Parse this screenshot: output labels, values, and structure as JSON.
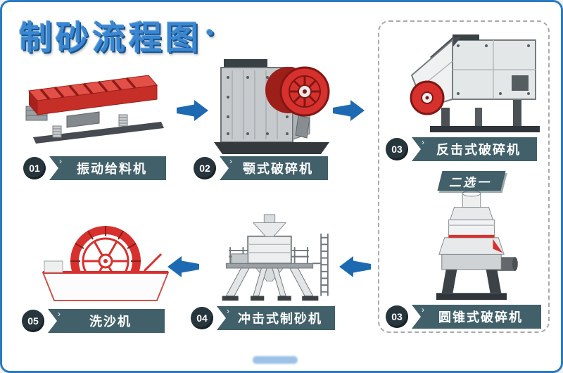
{
  "title": {
    "text": "制砂流程图",
    "dot": "•"
  },
  "chevron": "›",
  "choice_label": "二选一",
  "steps": [
    {
      "id": "vibrating-feeder",
      "number": "01",
      "label": "振动给料机"
    },
    {
      "id": "jaw-crusher",
      "number": "02",
      "label": "颚式破碎机"
    },
    {
      "id": "impact-crusher",
      "number": "03",
      "label": "反击式破碎机"
    },
    {
      "id": "cone-crusher",
      "number": "03",
      "label": "圆锥式破碎机"
    },
    {
      "id": "impact-sand-maker",
      "number": "04",
      "label": "冲击式制砂机"
    },
    {
      "id": "sand-washer",
      "number": "05",
      "label": "洗沙机"
    }
  ],
  "flow": [
    "振动给料机 → 颚式破碎机",
    "颚式破碎机 → 反击式破碎机 / 圆锥式破碎机 (二选一)",
    "反击式破碎机 / 圆锥式破碎机 → 冲击式制砂机",
    "冲击式制砂机 → 洗沙机"
  ],
  "colors": {
    "border_blue": "#2b7bc0",
    "title_blue": "#3b86cf",
    "arrow_blue": "#1d6ab2",
    "banner_dark": "#41606a",
    "badge_dark": "#27363d",
    "machine_red": "#d7312e"
  }
}
